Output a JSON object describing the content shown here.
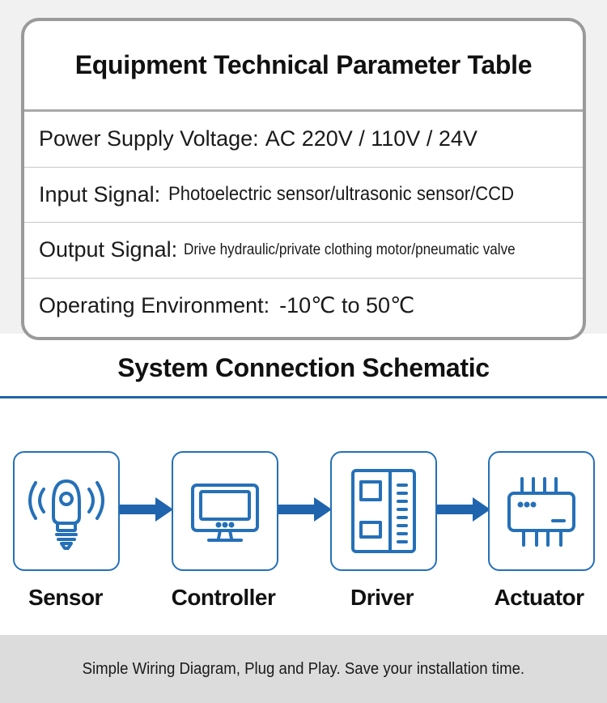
{
  "parameter_table": {
    "title": "Equipment Technical Parameter Table",
    "rows": [
      {
        "label": "Power Supply Voltage:",
        "value": "AC 220V / 110V / 24V"
      },
      {
        "label": "Input Signal:",
        "value": "Photoelectric sensor/ultrasonic sensor/CCD"
      },
      {
        "label": "Output Signal:",
        "value": "Drive hydraulic/private clothing motor/pneumatic valve"
      },
      {
        "label": "Operating Environment:",
        "value": "-10℃ to 50℃"
      }
    ]
  },
  "schematic": {
    "title": "System Connection Schematic",
    "accent_color": "#1f64ad",
    "nodes": [
      {
        "label": "Sensor",
        "icon": "sensor-icon"
      },
      {
        "label": "Controller",
        "icon": "monitor-icon"
      },
      {
        "label": "Driver",
        "icon": "driver-board-icon"
      },
      {
        "label": "Actuator",
        "icon": "chip-icon"
      }
    ]
  },
  "footer": {
    "text": "Simple Wiring Diagram, Plug and Play. Save your installation time."
  }
}
